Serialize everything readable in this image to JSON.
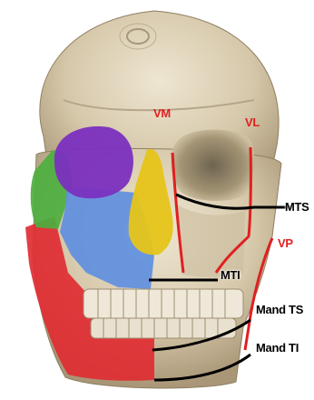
{
  "labels": {
    "vm": "VM",
    "vl": "VL",
    "vp": "VP",
    "mts": "MTS",
    "mti": "MTI",
    "mand_ts": "Mand TS",
    "mand_ti": "Mand TI"
  },
  "colors": {
    "red_label": "#e02020",
    "black_label": "#000000",
    "frontal_region": "#7b2fbf",
    "zygomatic_region": "#4caf3f",
    "maxillary_region": "#5f8fe0",
    "nasal_region": "#e6c419",
    "mandible_region": "#e02d33",
    "bone": "#d9ccb0"
  }
}
